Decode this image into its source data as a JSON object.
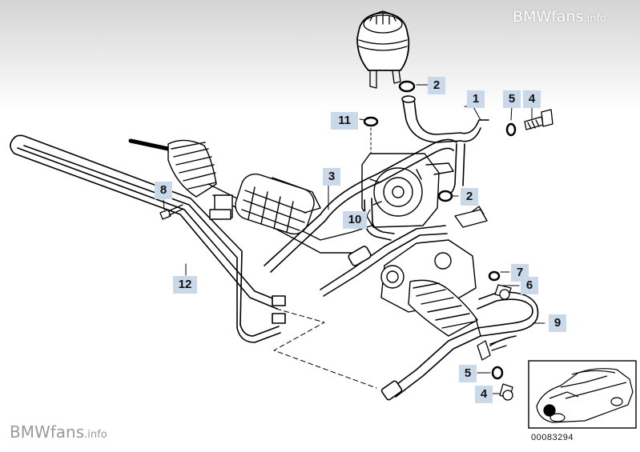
{
  "watermark_top": {
    "brand": "BMWfans",
    "suffix": ".info"
  },
  "watermark_bottom": {
    "brand": "BMWfans",
    "suffix": ".info"
  },
  "reference_number": "00083294",
  "callouts": [
    {
      "id": "1",
      "label": "1"
    },
    {
      "id": "2a",
      "label": "2"
    },
    {
      "id": "2b",
      "label": "2"
    },
    {
      "id": "3",
      "label": "3"
    },
    {
      "id": "4a",
      "label": "4"
    },
    {
      "id": "4b",
      "label": "4"
    },
    {
      "id": "5a",
      "label": "5"
    },
    {
      "id": "5b",
      "label": "5"
    },
    {
      "id": "6",
      "label": "6"
    },
    {
      "id": "7",
      "label": "7"
    },
    {
      "id": "8",
      "label": "8"
    },
    {
      "id": "9",
      "label": "9"
    },
    {
      "id": "10",
      "label": "10"
    },
    {
      "id": "11",
      "label": "11"
    },
    {
      "id": "12",
      "label": "12"
    }
  ],
  "colors": {
    "callout_bg": "#c9d9ea",
    "line": "#000000",
    "watermark": "#9a9a9a"
  }
}
